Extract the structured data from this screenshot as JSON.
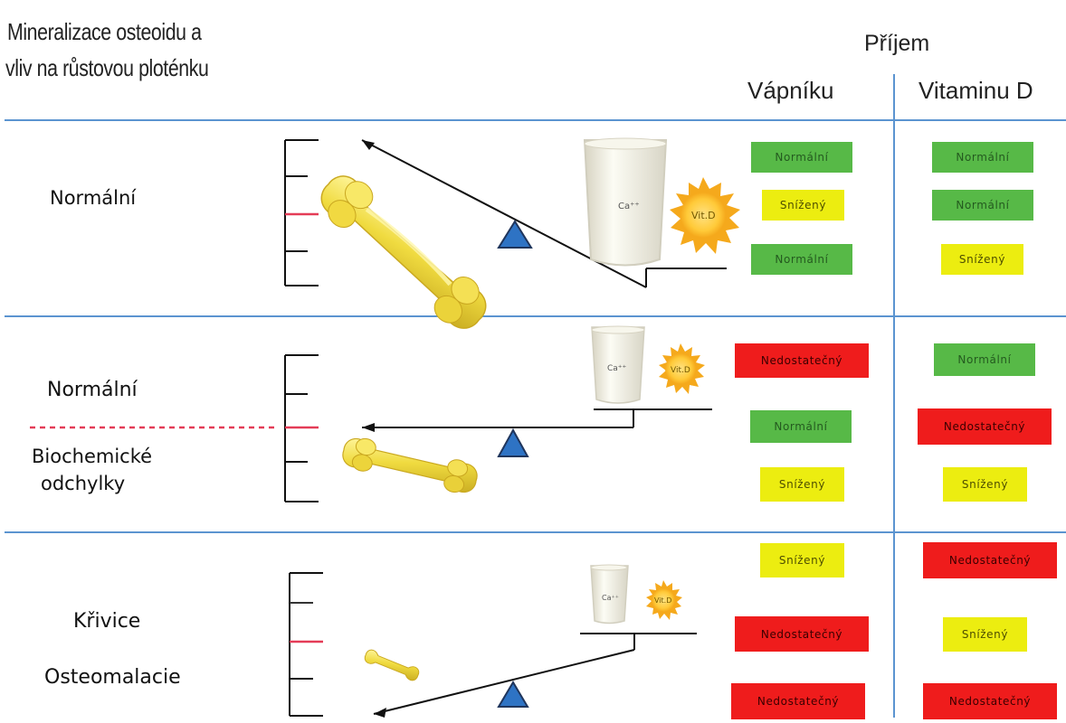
{
  "header": {
    "title_line_1": "Mineralizace osteoidu a",
    "title_line_2": "vliv na růstovou ploténku",
    "intake_label": "Příjem",
    "columns": {
      "calcium": "Vápníku",
      "vitamin_d": "Vitaminu D"
    }
  },
  "rows": [
    {
      "label": "Normální",
      "illustration": {
        "glass_label": "Ca⁺⁺",
        "sun_label": "Vit.D"
      },
      "entries": [
        {
          "calcium": "Normální",
          "calcium_status": "green",
          "vitamin_d": "Normální",
          "vitamin_d_status": "green"
        },
        {
          "calcium": "Snížený",
          "calcium_status": "yellow",
          "vitamin_d": "Normální",
          "vitamin_d_status": "green"
        },
        {
          "calcium": "Normální",
          "calcium_status": "green",
          "vitamin_d": "Snížený",
          "vitamin_d_status": "yellow"
        }
      ]
    },
    {
      "label": "Normální",
      "secondary_label_line_1": "Biochemické",
      "secondary_label_line_2": "odchylky",
      "illustration": {
        "glass_label": "Ca⁺⁺",
        "sun_label": "Vit.D"
      },
      "entries": [
        {
          "calcium": "Nedostatečný",
          "calcium_status": "red",
          "vitamin_d": "Normální",
          "vitamin_d_status": "green"
        },
        {
          "calcium": "Normální",
          "calcium_status": "green",
          "vitamin_d": "Nedostatečný",
          "vitamin_d_status": "red"
        },
        {
          "calcium": "Snížený",
          "calcium_status": "yellow",
          "vitamin_d": "Snížený",
          "vitamin_d_status": "yellow"
        }
      ]
    },
    {
      "label": "Křivice",
      "secondary_label": "Osteomalacie",
      "illustration": {
        "glass_label": "Ca⁺⁺",
        "sun_label": "Vit.D"
      },
      "entries": [
        {
          "calcium": "Snížený",
          "calcium_status": "yellow",
          "vitamin_d": "Nedostatečný",
          "vitamin_d_status": "red"
        },
        {
          "calcium": "Nedostatečný",
          "calcium_status": "red",
          "vitamin_d": "Snížený",
          "vitamin_d_status": "yellow"
        },
        {
          "calcium": "Nedostatečný",
          "calcium_status": "red",
          "vitamin_d": "Nedostatečný",
          "vitamin_d_status": "red"
        }
      ]
    }
  ],
  "colors": {
    "divider": "#5b94d0",
    "red_marker": "#e43c57",
    "triangle_fill": "#2e73c4",
    "triangle_stroke": "#1f355c",
    "bone_fill": "#f0db40",
    "bone_highlight": "#fff59a",
    "bone_shadow": "#c6ac22",
    "milk": "#f8f8ef",
    "glass_rim": "#ddd9c7",
    "sun_outer": "#f5a91c",
    "sun_inner": "#ffd45b",
    "green": "#57b947",
    "yellow": "#eced10",
    "red": "#ef1c1c"
  }
}
